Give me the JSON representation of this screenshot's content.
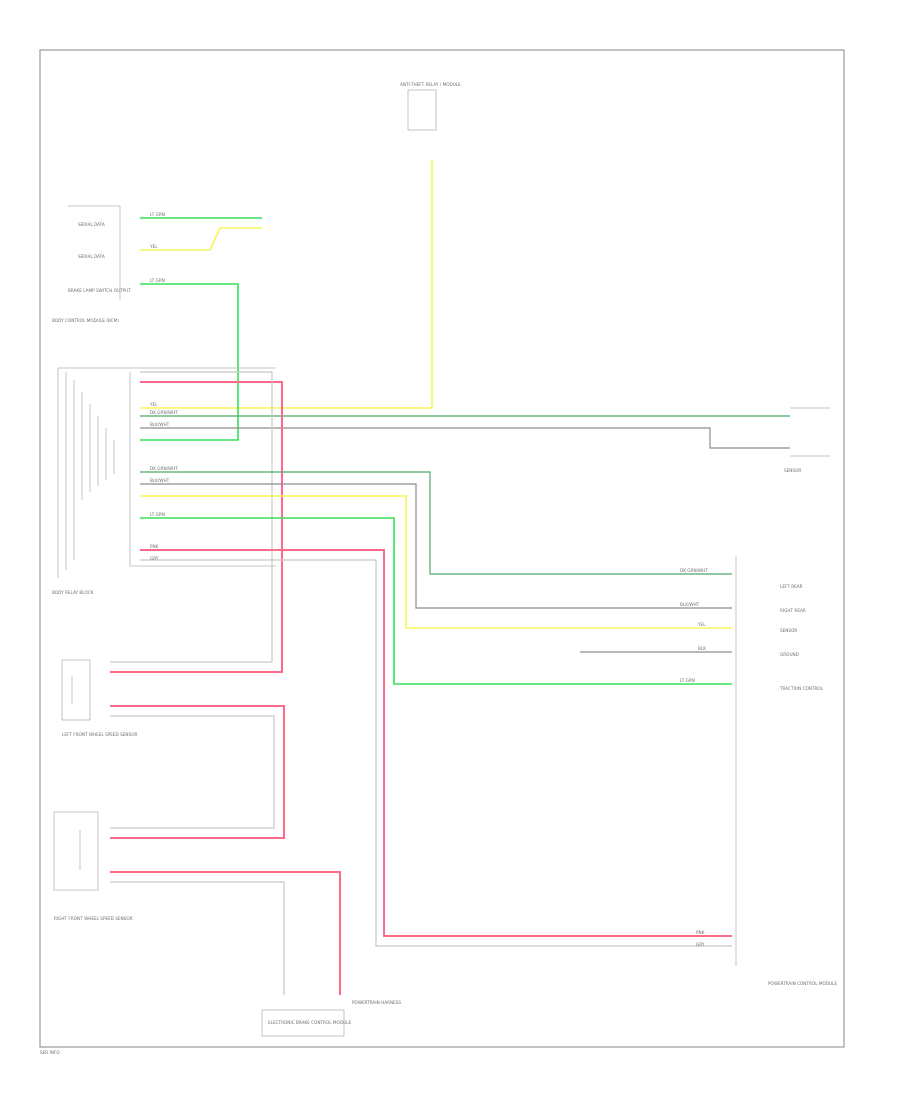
{
  "components": {
    "anti_theft": {
      "label": "ANTI-THEFT RELAY / MODULE"
    },
    "serial_data_1": {
      "label": "SERIAL DATA"
    },
    "serial_data_2": {
      "label": "SERIAL DATA"
    },
    "brake_lamp": {
      "label": "BRAKE LAMP SWITCH OUTPUT"
    },
    "body_control": {
      "label": "BODY CONTROL MODULE (BCM)"
    },
    "body_relay_block": {
      "label": "BODY RELAY BLOCK"
    },
    "left_front_sensor": {
      "label": "LEFT FRONT WHEEL SPEED SENSOR"
    },
    "right_front_sensor": {
      "label": "RIGHT FRONT WHEEL SPEED SENSOR"
    },
    "electronic_brake": {
      "label": "ELECTRONIC BRAKE CONTROL MODULE"
    },
    "power_module": {
      "label": "POWERTRAIN CONTROL MODULE"
    },
    "ground": {
      "label": "GROUND"
    },
    "traction": {
      "label": "TRACTION CONTROL"
    },
    "sensor": {
      "label": "SENSOR"
    },
    "left_rear": {
      "label": "LEFT REAR"
    },
    "right_rear": {
      "label": "RIGHT REAR"
    },
    "powertrain_harness": {
      "label": "POWERTRAIN HARNESS"
    },
    "footer": {
      "label": "SER INFO"
    }
  },
  "wires": {
    "lt_grn": "LT GRN",
    "yel": "YEL",
    "gry": "GRY",
    "pnk": "PNK",
    "dk_grn_wht": "DK GRN/WHT",
    "blk_wht": "BLK/WHT",
    "blk": "BLK"
  },
  "colors": {
    "green": "#35e05a",
    "yellow": "#f5f55a",
    "pink": "#ff6a8a",
    "gray": "#8c8c8c",
    "dark_green": "#4fa66e",
    "frame": "#9a9a9a"
  }
}
